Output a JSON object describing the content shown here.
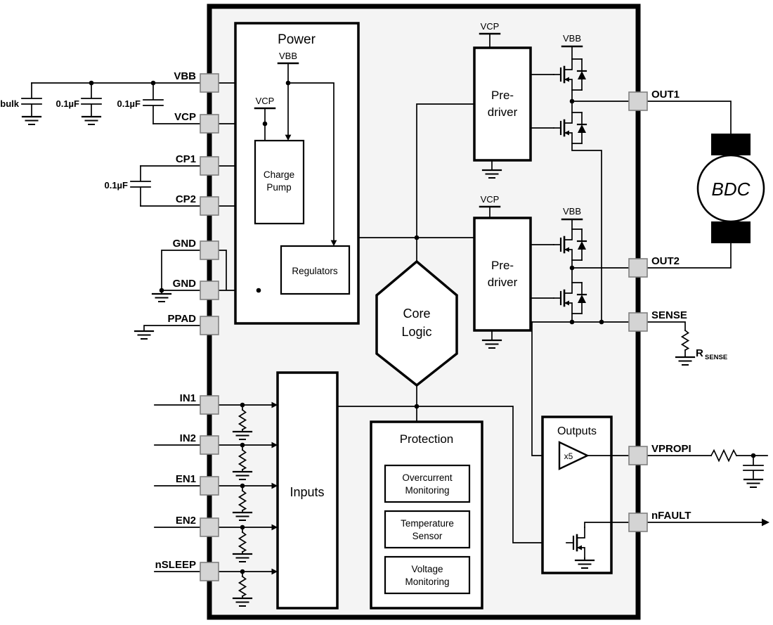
{
  "pins": {
    "left": [
      "VBB",
      "VCP",
      "CP1",
      "CP2",
      "GND",
      "GND",
      "PPAD",
      "IN1",
      "IN2",
      "EN1",
      "EN2",
      "nSLEEP"
    ],
    "right": [
      "OUT1",
      "OUT2",
      "SENSE",
      "VPROPI",
      "nFAULT"
    ]
  },
  "blocks": {
    "power": "Power",
    "charge_pump": [
      "Charge",
      "Pump"
    ],
    "regulators": "Regulators",
    "predriver": [
      "Pre-",
      "driver"
    ],
    "core_logic": [
      "Core",
      "Logic"
    ],
    "inputs": "Inputs",
    "protection": "Protection",
    "protection_items": [
      [
        "Overcurrent",
        "Monitoring"
      ],
      [
        "Temperature",
        "Sensor"
      ],
      [
        "Voltage",
        "Monitoring"
      ]
    ],
    "outputs": "Outputs",
    "amp_gain": "x5"
  },
  "nets": {
    "vbb": "VBB",
    "vcp": "VCP"
  },
  "external": {
    "bulk_cap": "bulk",
    "cap_value": "0.1µF",
    "motor": "BDC",
    "rsense_prefix": "R",
    "rsense_sub": "SENSE"
  },
  "colors": {
    "wire": "#000000",
    "chip_fill": "#f4f4f4",
    "pin_fill": "#d4d4d4"
  }
}
